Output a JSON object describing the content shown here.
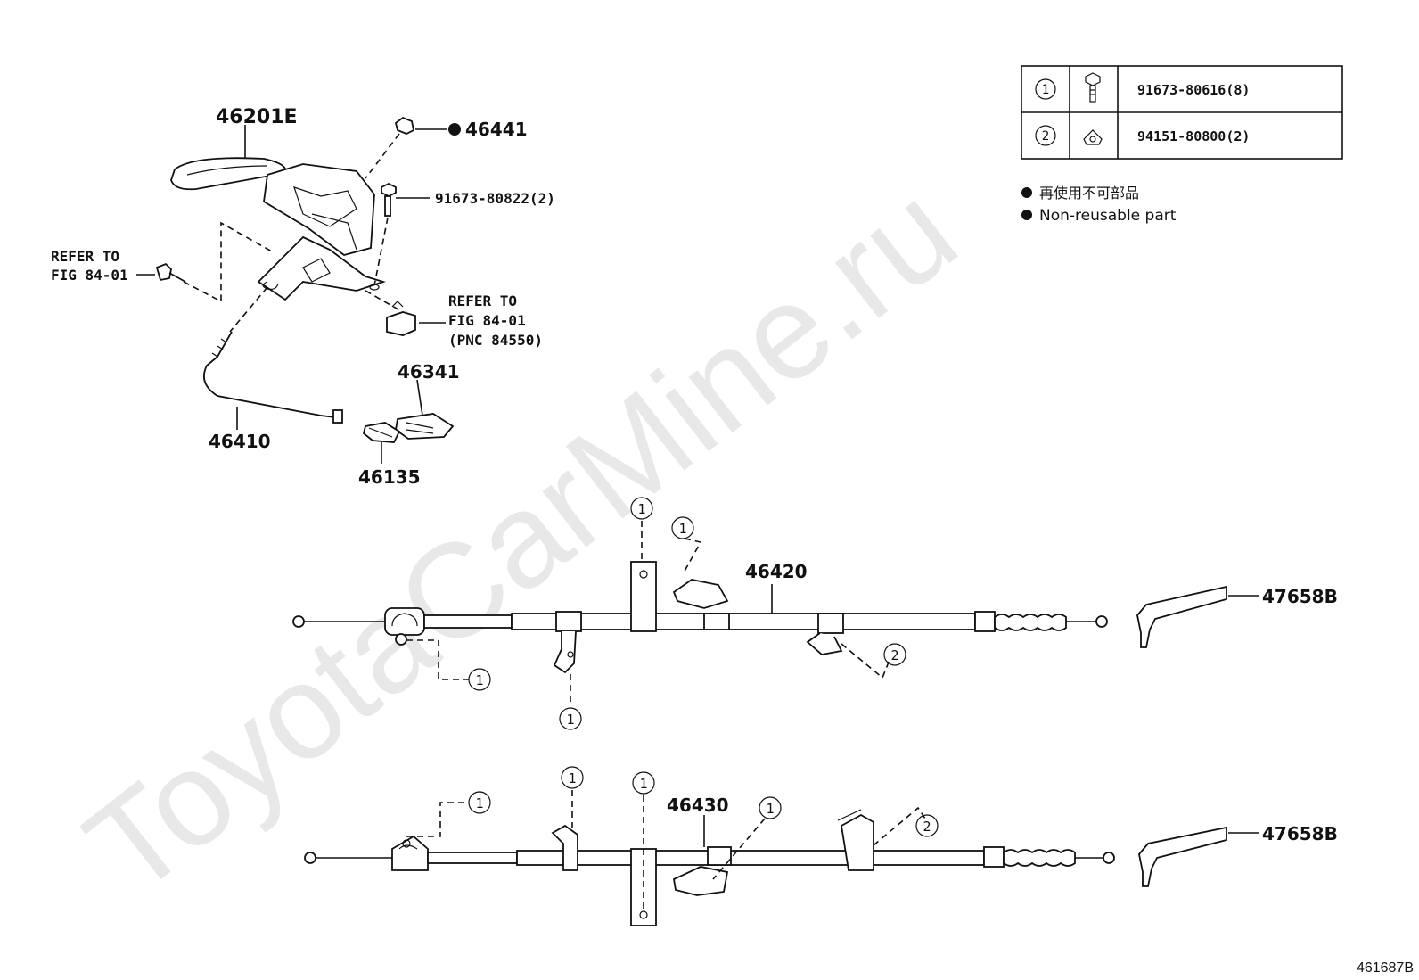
{
  "labels": {
    "p46201E": "46201E",
    "p46441": "46441",
    "p91673_80822": "91673-80822(2)",
    "refer1_a": "REFER TO",
    "refer1_b": "FIG 84-01",
    "refer2_a": "REFER TO",
    "refer2_b": "FIG 84-01",
    "refer2_c": "(PNC 84550)",
    "p46341": "46341",
    "p46410": "46410",
    "p46135": "46135",
    "p46420": "46420",
    "p46430": "46430",
    "p47658B_top": "47658B",
    "p47658B_bottom": "47658B",
    "figure_code": "461687B"
  },
  "callouts": {
    "one": "1",
    "two": "2"
  },
  "fastener_table": {
    "rows": [
      {
        "ref": "1",
        "part": "91673-80616(8)"
      },
      {
        "ref": "2",
        "part": "94151-80800(2)"
      }
    ]
  },
  "legend": {
    "japanese": "再使用不可部品",
    "english": "Non-reusable part"
  },
  "watermark": "ToyotaCarMine.ru"
}
